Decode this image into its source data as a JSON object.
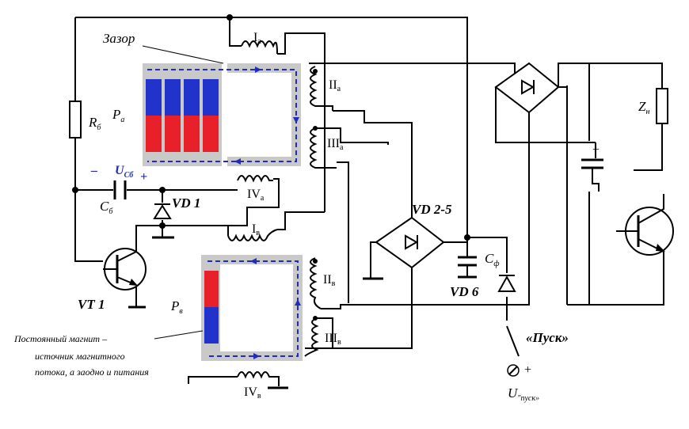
{
  "labels": {
    "gap": "Зазор",
    "rb": "R",
    "rb_sub": "б",
    "pa": "P",
    "pa_sub": "а",
    "ucb_minus": "–",
    "ucb": "U",
    "ucb_sub": "Cб",
    "ucb_plus": "+",
    "cb": "C",
    "cb_sub": "б",
    "vd1": "VD 1",
    "vt1": "VT 1",
    "pv": "P",
    "pv_sub": "в",
    "magnet_line1": "Постоянный магнит –",
    "magnet_line2": "источник магнитного",
    "magnet_line3": "потока, а заодно и питания",
    "ia": "I",
    "ia_sub": "а",
    "iia": "II",
    "iia_sub": "а",
    "iiia": "III",
    "iiia_sub": "а",
    "iva": "IV",
    "iva_sub": "а",
    "iv": "I",
    "iv_sub": "в",
    "iiv": "II",
    "iiv_sub": "в",
    "iiiv": "III",
    "iiiv_sub": "в",
    "ivv": "IV",
    "ivv_sub": "в",
    "vd25": "VD 2-5",
    "cf": "C",
    "cf_sub": "ф",
    "vd6": "VD 6",
    "pusk": "«Пуск»",
    "pusk_plus": "+",
    "upusk": "U",
    "upusk_sub": "\"пуск»",
    "zn": "Z",
    "zn_sub": "н",
    "cap_plus": "+"
  },
  "colors": {
    "core": "#c9c9c9",
    "flux": "#1f2db8",
    "magnet_north": "#e8202a",
    "magnet_south": "#2233cc",
    "wire": "#000000"
  }
}
